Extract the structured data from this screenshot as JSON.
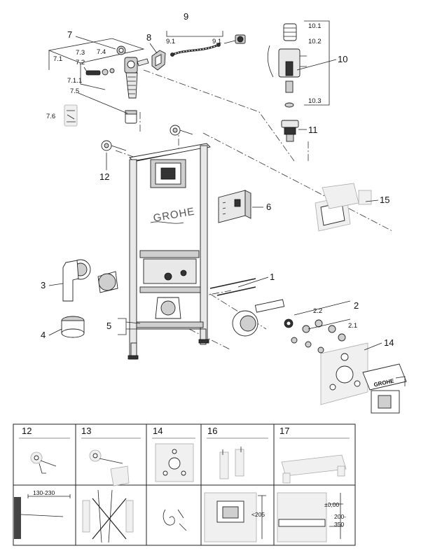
{
  "labels": {
    "p1": "1",
    "p2": "2",
    "p2_1": "2.1",
    "p2_2": "2.2",
    "p3": "3",
    "p4": "4",
    "p5": "5",
    "p6": "6",
    "p7": "7",
    "p7_1": "7.1",
    "p7_1_1": "7.1.1",
    "p7_2": "7.2",
    "p7_3": "7.3",
    "p7_4": "7.4",
    "p7_5": "7.5",
    "p7_6": "7.6",
    "p8": "8",
    "p9": "9",
    "p9_1a": "9.1",
    "p9_1b": "9.1",
    "p10": "10",
    "p10_1": "10.1",
    "p10_2": "10.2",
    "p10_3": "10.3",
    "p11": "11",
    "p12": "12",
    "p14": "14",
    "p15": "15"
  },
  "brand_plate": "GROHE",
  "brand_box": "GROHE",
  "table": {
    "headers": [
      "12",
      "13",
      "14",
      "16",
      "17"
    ],
    "dim_130_230": "130-230",
    "dim_205": "<205",
    "dim_0": "±0,00",
    "dim_200": "200-",
    "dim_350": "350"
  },
  "colors": {
    "line": "#222222",
    "part_fill": "#e8e8e8",
    "dark_part": "#333333",
    "ghost": "#f0f0f0"
  }
}
